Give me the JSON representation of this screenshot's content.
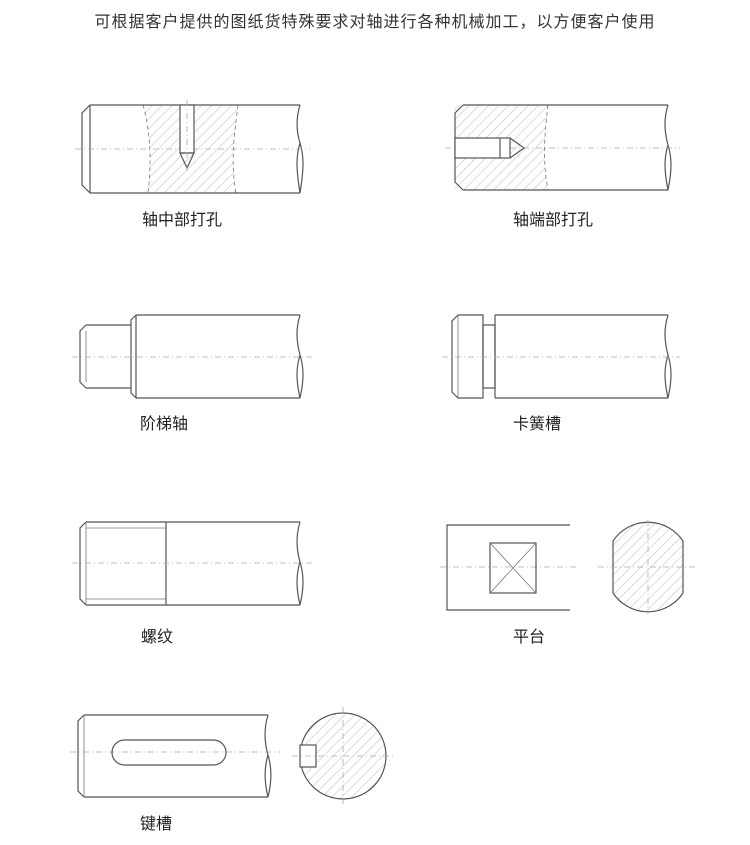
{
  "header": {
    "text": "可根据客户提供的图纸货特殊要求对轴进行各种机械加工，以方便客户使用"
  },
  "items": [
    {
      "label": "轴中部打孔"
    },
    {
      "label": "轴端部打孔"
    },
    {
      "label": "阶梯轴"
    },
    {
      "label": "卡簧槽"
    },
    {
      "label": "螺纹"
    },
    {
      "label": "平台"
    },
    {
      "label": "键槽"
    }
  ]
}
